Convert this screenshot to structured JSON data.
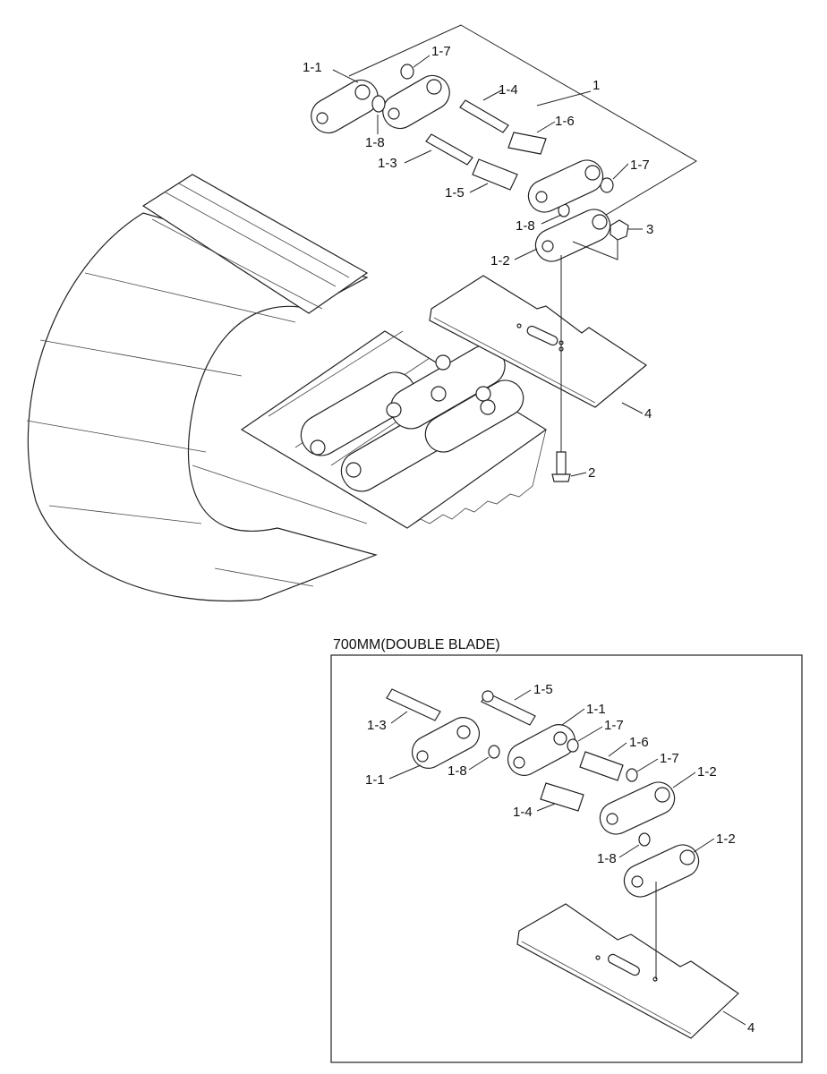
{
  "main_labels": {
    "l1": "1",
    "l1_1": "1-1",
    "l1_2": "1-2",
    "l1_3": "1-3",
    "l1_4": "1-4",
    "l1_5": "1-5",
    "l1_6": "1-6",
    "l1_7a": "1-7",
    "l1_7b": "1-7",
    "l1_8a": "1-8",
    "l1_8b": "1-8",
    "l2": "2",
    "l3": "3",
    "l4": "4"
  },
  "inset": {
    "title": "700MM(DOUBLE BLADE)",
    "labels": {
      "l1_5": "1-5",
      "l1_3": "1-3",
      "l1_1a": "1-1",
      "l1_1b": "1-1",
      "l1_7a": "1-7",
      "l1_7b": "1-7",
      "l1_6": "1-6",
      "l1_8a": "1-8",
      "l1_8b": "1-8",
      "l1_2a": "1-2",
      "l1_2b": "1-2",
      "l1_4": "1-4",
      "l4": "4"
    }
  }
}
